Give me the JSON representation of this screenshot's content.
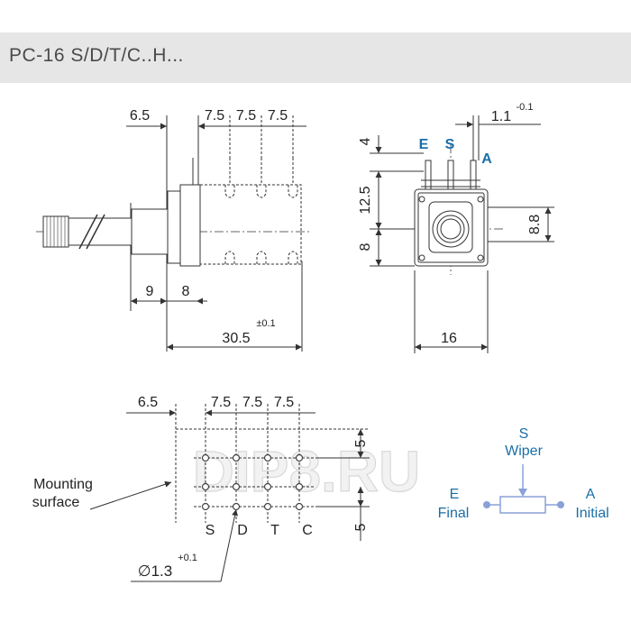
{
  "header": {
    "title": "PC-16 S/D/T/C..H..."
  },
  "side_view": {
    "dim_top": [
      "6.5",
      "7.5",
      "7.5",
      "7.5"
    ],
    "dim_bottom": [
      "9",
      "8"
    ],
    "dim_total": "30.5",
    "dim_total_tol": "±0.1"
  },
  "front_view": {
    "dim_top": "1.1",
    "dim_top_tol": "-0.1",
    "dim_left": [
      "4",
      "12.5",
      "8"
    ],
    "dim_right": "8.8",
    "dim_bottom": "16",
    "terminals": [
      "E",
      "S",
      "A"
    ]
  },
  "footprint": {
    "dim_top": [
      "6.5",
      "7.5",
      "7.5",
      "7.5"
    ],
    "dim_right": [
      "5",
      "5"
    ],
    "pin_labels": [
      "S",
      "D",
      "T",
      "C"
    ],
    "hole_dia": "∅1.3",
    "hole_tol": "+0.1",
    "mounting_label_1": "Mounting",
    "mounting_label_2": "surface"
  },
  "schematic": {
    "s_label": "S",
    "wiper_label": "Wiper",
    "e_label": "E",
    "final_label": "Final",
    "a_label": "A",
    "initial_label": "Initial"
  },
  "watermark": "DIP8.RU",
  "colors": {
    "accent": "#1a6fa8",
    "line": "#333333",
    "header_bg": "#e6e6e6",
    "node": "#8aa0d8"
  }
}
